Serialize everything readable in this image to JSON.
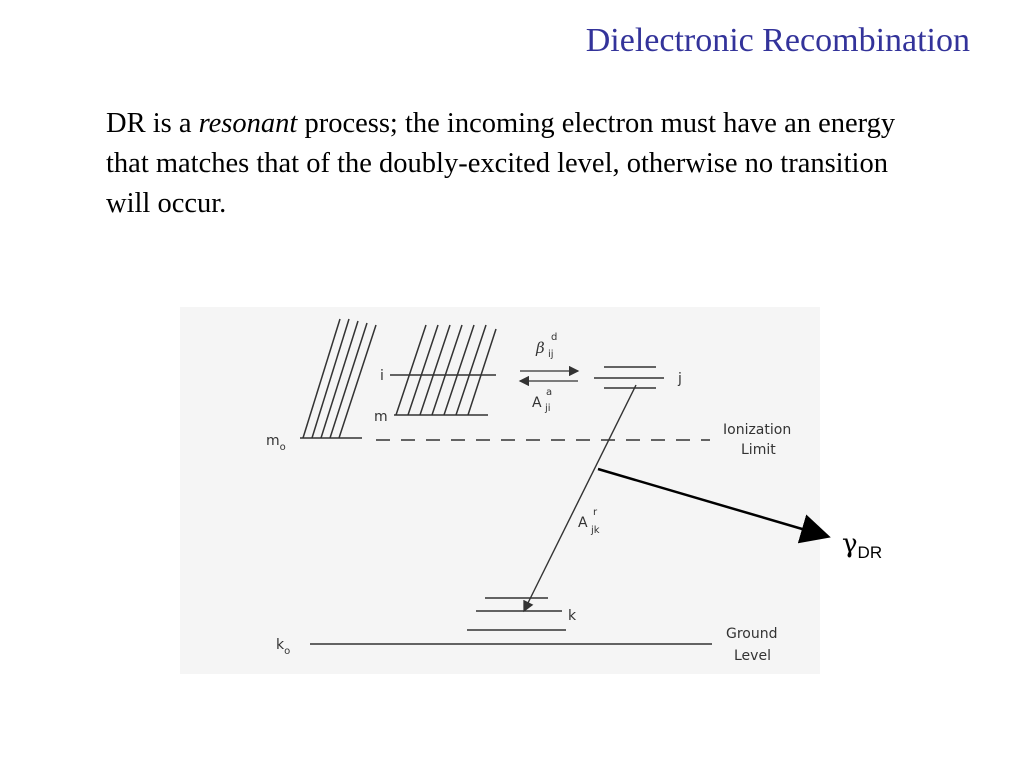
{
  "slide": {
    "title": "Dielectronic Recombination",
    "body_pre": "DR is a ",
    "body_em": "resonant",
    "body_post": " process; the incoming electron must have an energy that matches that of the doubly-excited level, otherwise no transition will occur."
  },
  "diagram": {
    "label_i": "i",
    "label_m": "m",
    "label_m0_main": "m",
    "label_m0_sub": "o",
    "label_j": "j",
    "label_k": "k",
    "label_k0_main": "k",
    "label_k0_sub": "o",
    "beta_sym": "β",
    "beta_sup": "d",
    "beta_sub": "ij",
    "a_ji_main": "A",
    "a_ji_sup": "a",
    "a_ji_sub": "ji",
    "a_jk_main": "A",
    "a_jk_sup": "r",
    "a_jk_sub": "jk",
    "ionization_line1": "Ionization",
    "ionization_line2": "Limit",
    "ground_line1": "Ground",
    "ground_line2": "Level"
  },
  "annotation": {
    "gamma_symbol": "γ",
    "gamma_sub": "DR"
  }
}
